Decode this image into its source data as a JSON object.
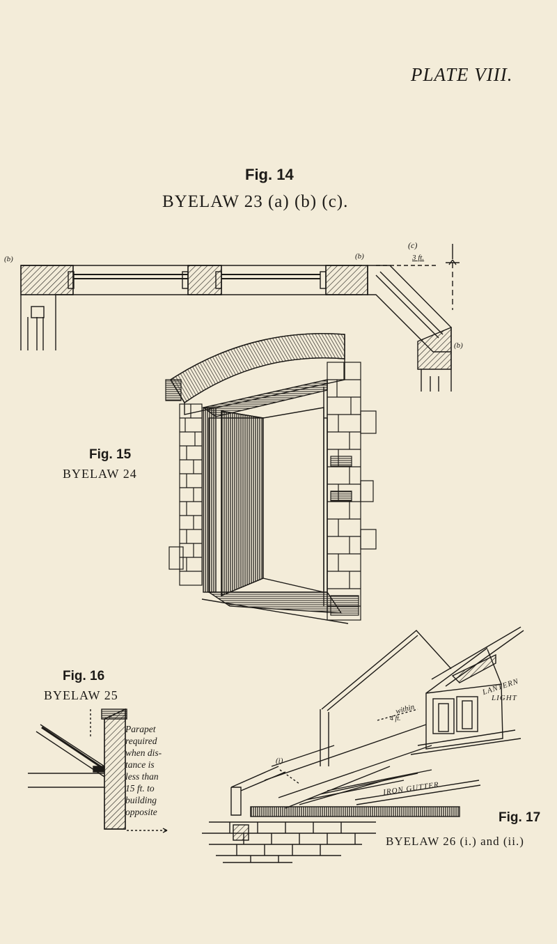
{
  "plate_title": "PLATE VIII.",
  "fig14": {
    "label": "Fig. 14",
    "byelaw": "BYELAW 23 (a) (b) (c).",
    "mark_b_left": "(b)",
    "mark_b_mid": "(b)",
    "mark_c": "(c)",
    "dim_3ft": "3 ft.",
    "mark_b_right": "(b)"
  },
  "fig15": {
    "label": "Fig. 15",
    "byelaw": "BYELAW 24"
  },
  "fig16": {
    "label": "Fig. 16",
    "byelaw": "BYELAW 25",
    "note_lines": [
      "Parapet",
      "required",
      "when dis-",
      "tance is",
      "less than",
      "15 ft. to",
      "building",
      "opposite"
    ]
  },
  "fig17": {
    "label": "Fig. 17",
    "byelaw": "BYELAW 26 (i.) and (ii.)",
    "lantern_light": [
      "LANTERN",
      "LIGHT"
    ],
    "within": "within",
    "dim_4ft": "4 ft.",
    "iron_gutter": "IRON GUTTER",
    "mark_i": "(i)"
  }
}
